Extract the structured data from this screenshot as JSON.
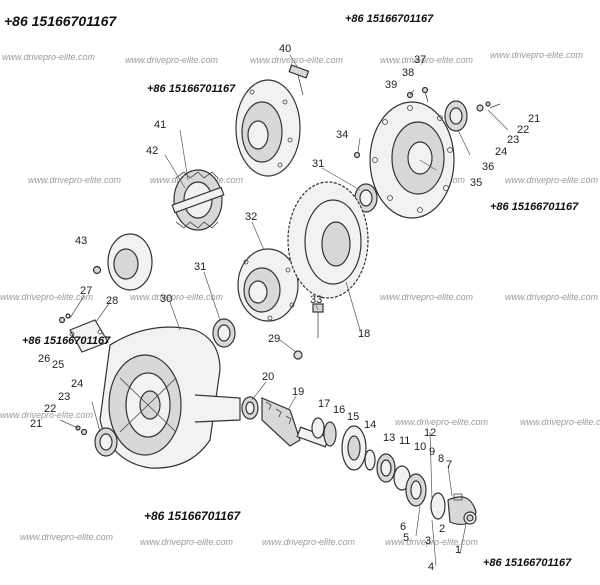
{
  "phone": "+86 15166701167",
  "watermark": "www.drivepro-elite.com",
  "parts": {
    "p1": "1",
    "p2": "2",
    "p3": "3",
    "p4": "4",
    "p5": "5",
    "p6": "6",
    "p7": "7",
    "p8": "8",
    "p9": "9",
    "p10": "10",
    "p11": "11",
    "p12": "12",
    "p13": "13",
    "p14": "14",
    "p15": "15",
    "p16": "16",
    "p17": "17",
    "p18": "18",
    "p19": "19",
    "p20": "20",
    "p21": "21",
    "p22": "22",
    "p23": "23",
    "p24": "24",
    "p25": "25",
    "p26": "26",
    "p27": "27",
    "p28": "28",
    "p29": "29",
    "p30": "30",
    "p31": "31",
    "p32": "32",
    "p33": "33",
    "p34": "34",
    "p35": "35",
    "p36": "36",
    "p37": "37",
    "p38": "38",
    "p39": "39",
    "p40": "40",
    "p41": "41",
    "p42": "42",
    "p43": "43"
  }
}
